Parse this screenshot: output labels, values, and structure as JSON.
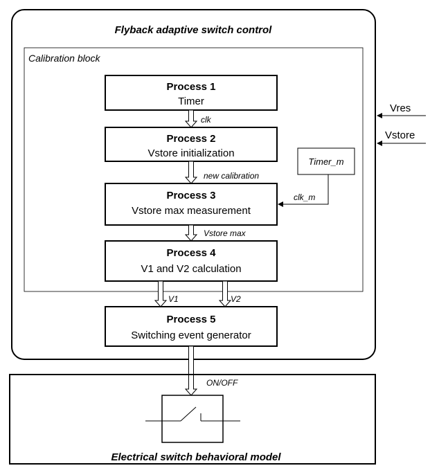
{
  "control": {
    "title": "Flyback adaptive switch control",
    "calibration_label": "Calibration block"
  },
  "processes": [
    {
      "title": "Process 1",
      "desc": "Timer"
    },
    {
      "title": "Process 2",
      "desc": "Vstore initialization"
    },
    {
      "title": "Process 3",
      "desc": "Vstore max measurement"
    },
    {
      "title": "Process 4",
      "desc": "V1 and V2 calculation"
    },
    {
      "title": "Process 5",
      "desc": "Switching event generator"
    }
  ],
  "signals": {
    "clk": "clk",
    "new_calibration": "new calibration",
    "vstore_max": "Vstore max",
    "v1": "V1",
    "v2": "V2",
    "clk_m": "clk_m",
    "on_off": "ON/OFF"
  },
  "timer_m": "Timer_m",
  "inputs": [
    "Vres",
    "Vstore"
  ],
  "switch_model": {
    "title": "Electrical switch behavioral model"
  }
}
